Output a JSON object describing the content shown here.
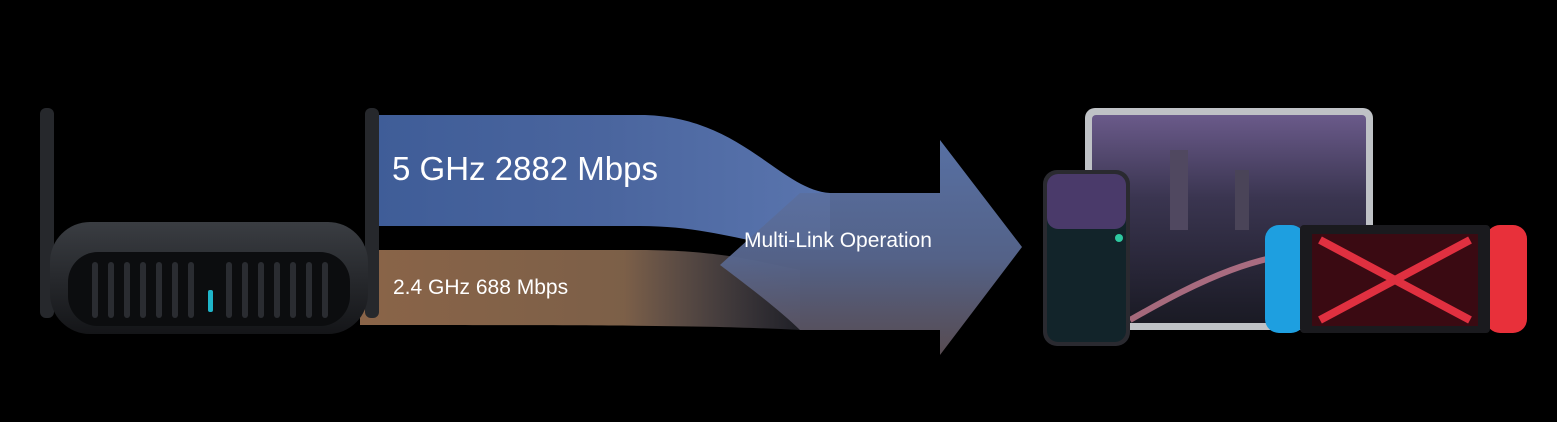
{
  "bands": {
    "band_5ghz": {
      "label": "5 GHz 2882 Mbps",
      "color": "#4f6aa3"
    },
    "band_24ghz": {
      "label": "2.4 GHz 688 Mbps",
      "color": "#8c6a4c"
    }
  },
  "merge_label": "Multi-Link Operation",
  "colors": {
    "background": "#000000",
    "router_led": "#1fb5c9"
  }
}
